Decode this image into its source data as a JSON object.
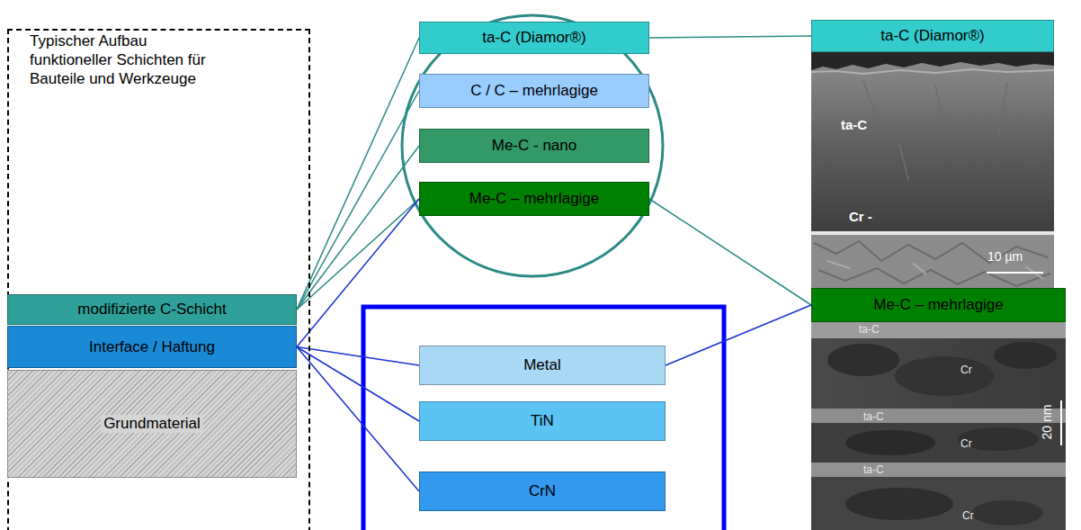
{
  "diagram": {
    "nodes": [
      {
        "text": [
          "Typischer Aufbau funktioneller Schichten für Bauteile und Werkzeuge"
        ]
      },
      {
        "text": [
          "modifizierte C-Schicht"
        ],
        "in": 0
      },
      {
        "text": [
          "Interface / Haftung"
        ],
        "in": 0
      },
      {
        "text": [
          "Grundmaterial"
        ],
        "in": 0
      },
      {
        "text": [
          "ta-C (Diamor®)"
        ]
      },
      {
        "text": [
          "C / C – mehrlagige"
        ]
      },
      {
        "text": [
          "Me-C - nano"
        ]
      },
      {
        "text": [
          "Me-C – mehrlagige"
        ]
      },
      {
        "text": [
          "Metal"
        ]
      },
      {
        "text": [
          "TiN"
        ]
      },
      {
        "text": [
          "CrN"
        ]
      },
      {
        "text": [
          "ta-C (Diamor®)"
        ]
      },
      {
        "text": [
          "Me-C – mehrlagige"
        ]
      }
    ],
    "edges": [
      {
        "from": 1,
        "to": 4,
        "arrow": "none"
      },
      {
        "from": 1,
        "to": 5,
        "arrow": "none"
      },
      {
        "from": 1,
        "to": 6,
        "arrow": "none"
      },
      {
        "from": 1,
        "to": 7,
        "arrow": "none"
      },
      {
        "from": 2,
        "to": 7,
        "arrow": "none"
      },
      {
        "from": 2,
        "to": 8,
        "arrow": "none"
      },
      {
        "from": 2,
        "to": 9,
        "arrow": "none"
      },
      {
        "from": 2,
        "to": 10,
        "arrow": "none"
      },
      {
        "from": 4,
        "to": 11,
        "arrow": "none"
      },
      {
        "from": 7,
        "to": 12,
        "arrow": "none"
      },
      {
        "from": 8,
        "to": 12,
        "arrow": "none"
      }
    ],
    "labels": [
      "ta-C",
      "Cr -",
      "10 µm",
      "ta-C",
      "Cr",
      "ta-C",
      "Cr",
      "ta-C",
      "Cr",
      "20 nm"
    ]
  }
}
